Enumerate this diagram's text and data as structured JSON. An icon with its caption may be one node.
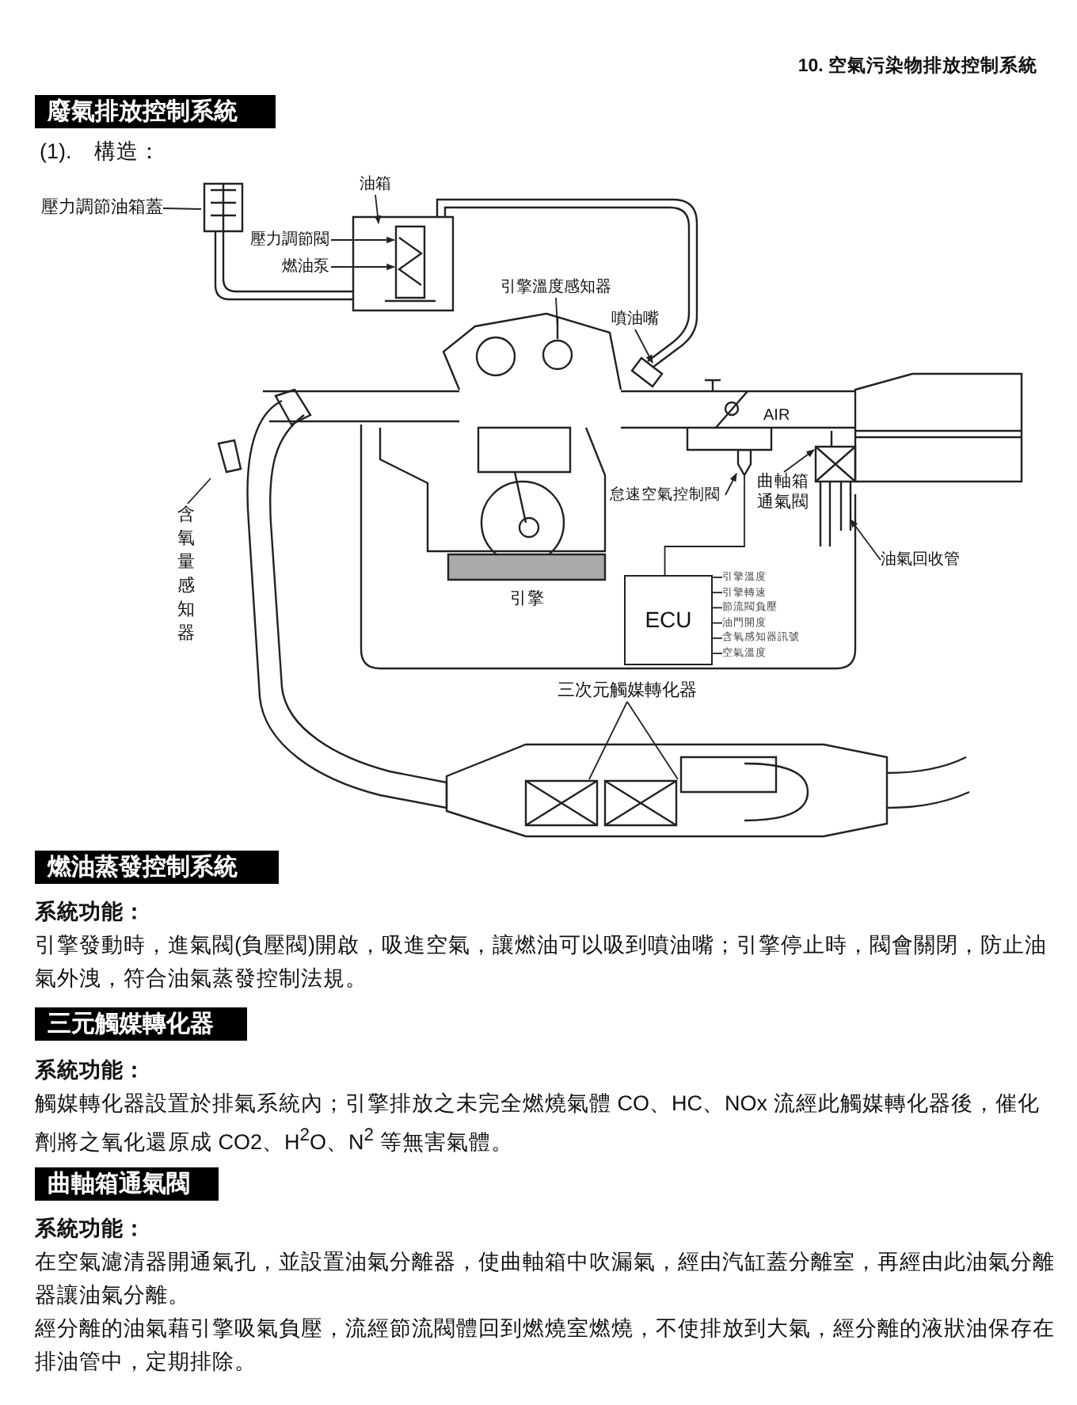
{
  "diagram": {
    "title": "10.  空氣污染物排放控制系統",
    "nodes": [
      {
        "text": [
          "廢氣排放控制系統"
        ],
        "beside": [
          "(1).　構造："
        ]
      },
      {
        "text": [
          "壓力調節油箱蓋"
        ]
      },
      {
        "text": [
          "油箱"
        ]
      },
      {
        "text": [
          "壓力調節閥"
        ]
      },
      {
        "text": [
          "燃油泵"
        ]
      },
      {
        "text": [
          "引擎溫度感知器"
        ]
      },
      {
        "text": [
          "噴油嘴"
        ]
      },
      {
        "text": [
          "含氧量感知器"
        ]
      },
      {
        "text": [
          "怠速空氣控制閥"
        ]
      },
      {
        "text": [
          "曲軸箱通氣閥"
        ]
      },
      {
        "text": [
          "油氣回收管"
        ]
      },
      {
        "text": [
          "ECU"
        ]
      },
      {
        "text": [
          "引擎溫度"
        ]
      },
      {
        "text": [
          "引擎轉速"
        ]
      },
      {
        "text": [
          "節流閥負壓"
        ]
      },
      {
        "text": [
          "油門開度"
        ]
      },
      {
        "text": [
          "含氧感知器訊號"
        ]
      },
      {
        "text": [
          "空氣溫度"
        ]
      },
      {
        "text": [
          "三次元觸媒轉化器"
        ]
      },
      {
        "text": [
          "燃油蒸發控制系統"
        ],
        "beside": [
          "系統功能："
        ]
      },
      {
        "text": [
          "三元觸媒轉化器"
        ],
        "beside": [
          "系統功能："
        ]
      },
      {
        "text": [
          "曲軸箱通氣閥"
        ],
        "beside": [
          "系統功能："
        ]
      },
      {
        "text": [],
        "shape": "picture"
      },
      {
        "text": [],
        "shape": "picture"
      }
    ],
    "edges": [
      {
        "from": 1,
        "to": null,
        "arrow": "none"
      },
      {
        "from": 2,
        "to": null,
        "arrow": "to"
      },
      {
        "from": 3,
        "to": 23,
        "arrow": "to"
      },
      {
        "from": 4,
        "to": 23,
        "arrow": "to"
      },
      {
        "from": 5,
        "to": null,
        "arrow": "none"
      },
      {
        "from": 6,
        "to": null,
        "arrow": "to"
      },
      {
        "from": 7,
        "to": null,
        "arrow": "none"
      },
      {
        "from": 8,
        "to": 22,
        "arrow": "to"
      },
      {
        "from": 9,
        "to": null,
        "arrow": "to"
      },
      {
        "from": 10,
        "to": null,
        "arrow": "to"
      },
      {
        "from": 18,
        "to": null,
        "arrow": "none"
      },
      {
        "from": 18,
        "to": null,
        "arrow": "none"
      },
      {
        "from": 12,
        "to": 11,
        "arrow": "none"
      },
      {
        "from": 13,
        "to": 11,
        "arrow": "none"
      },
      {
        "from": 14,
        "to": 11,
        "arrow": "none"
      },
      {
        "from": 15,
        "to": 11,
        "arrow": "none"
      },
      {
        "from": 16,
        "to": 11,
        "arrow": "none"
      },
      {
        "from": 17,
        "to": 11,
        "arrow": "none"
      },
      {
        "from": 22,
        "to": 11,
        "arrow": "none"
      }
    ],
    "labels": [
      "AIR",
      "引擎",
      "引擎發動時，進氣閥(負壓閥)開啟，吸進空氣，讓燃油可以吸到噴油嘴；引擎停止時，閥會關閉，防止油氣外洩，符合油氣蒸發控制法規。",
      "觸媒轉化器設置於排氣系統內；引擎排放之未完全燃燒氣體 CO、HC、NOx 流經此觸媒轉化器後，催化劑將之氧化還原成 CO2、H$^{2}$O、N$^{2}$ 等無害氣體。",
      "在空氣濾清器開通氣孔，並設置油氣分離器，使曲軸箱中吹漏氣，經由汽缸蓋分離室，再經由此油氣分離器讓油氣分離。",
      "經分離的油氣藉引擎吸氣負壓，流經節流閥體回到燃燒室燃燒，不使排放到大氣，經分離的液狀油保存在排油管中，定期排除。"
    ]
  }
}
